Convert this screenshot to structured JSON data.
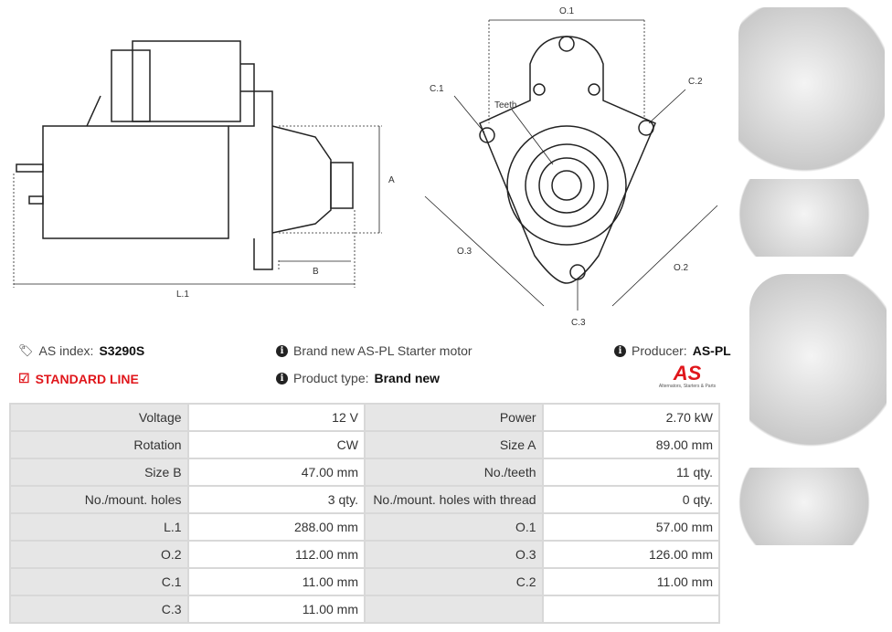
{
  "drawings": {
    "side_labels": {
      "a": "A",
      "b": "B",
      "l1": "L.1"
    },
    "front_labels": {
      "o1": "O.1",
      "o2": "O.2",
      "o3": "O.3",
      "c1": "C.1",
      "c2": "C.2",
      "c3": "C.3",
      "teeth": "Teeth"
    }
  },
  "info": {
    "index_label": "AS index:",
    "index_value": "S3290S",
    "line": "STANDARD LINE",
    "description": "Brand new AS-PL Starter motor",
    "type_label": "Product type:",
    "type_value": "Brand new",
    "producer_label": "Producer:",
    "producer_value": "AS-PL",
    "logo_text": "AS",
    "logo_tagline": "Alternators, Starters & Parts",
    "accent_color": "#e0161b"
  },
  "specs": [
    [
      "Voltage",
      "12 V",
      "Power",
      "2.70 kW"
    ],
    [
      "Rotation",
      "CW",
      "Size A",
      "89.00 mm"
    ],
    [
      "Size B",
      "47.00 mm",
      "No./teeth",
      "11 qty."
    ],
    [
      "No./mount. holes",
      "3 qty.",
      "No./mount. holes with thread",
      "0 qty."
    ],
    [
      "L.1",
      "288.00 mm",
      "O.1",
      "57.00 mm"
    ],
    [
      "O.2",
      "112.00 mm",
      "O.3",
      "126.00 mm"
    ],
    [
      "C.1",
      "11.00 mm",
      "C.2",
      "11.00 mm"
    ],
    [
      "C.3",
      "11.00 mm",
      "",
      ""
    ]
  ]
}
